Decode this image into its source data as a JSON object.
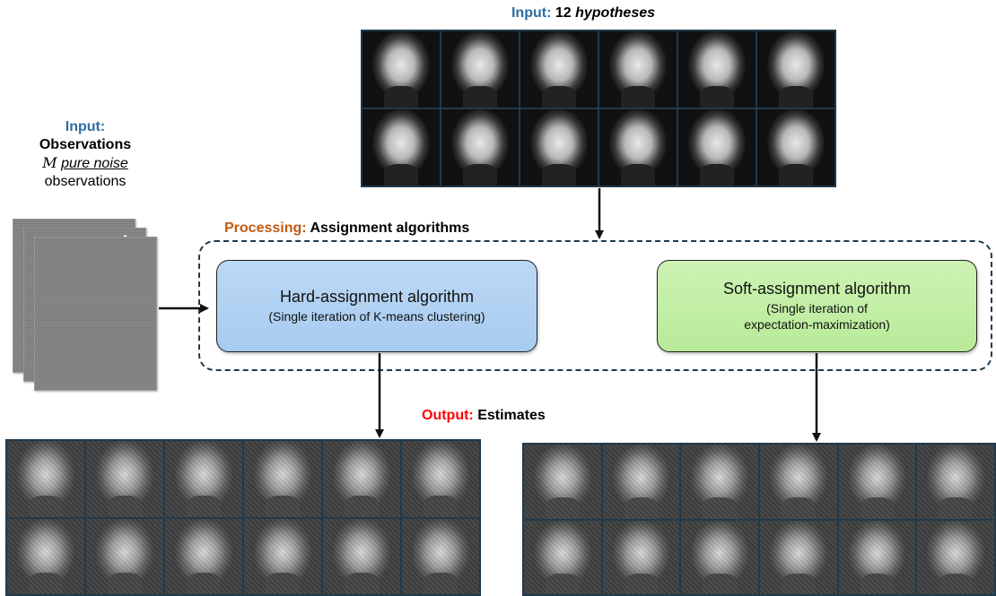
{
  "hypotheses_label": {
    "prefix": "Input:",
    "count": "12",
    "word": "hypotheses"
  },
  "observations_label": {
    "prefix": "Input:",
    "title": "Observations",
    "var": "M",
    "noise": "pure noise",
    "suffix": "observations"
  },
  "processing_label": {
    "prefix": "Processing:",
    "text": "Assignment algorithms"
  },
  "hard_algo": {
    "title": "Hard-assignment algorithm",
    "subtitle": "(Single iteration of K-means clustering)"
  },
  "soft_algo": {
    "title": "Soft-assignment algorithm",
    "subtitle_line1": "(Single iteration of",
    "subtitle_line2": "expectation-maximization)"
  },
  "output_label": {
    "prefix": "Output:",
    "text": "Estimates"
  },
  "colors": {
    "input": "#2e6da4",
    "processing": "#c55a11",
    "output": "#ff0000",
    "hard_box": "#a7cbef",
    "soft_box": "#b8ea99"
  },
  "hypothesis_images": [
    "portrait-1",
    "portrait-2",
    "portrait-3",
    "portrait-4",
    "portrait-5",
    "portrait-6",
    "portrait-7",
    "portrait-8",
    "portrait-9",
    "portrait-10",
    "portrait-11",
    "portrait-12"
  ],
  "hard_estimates": [
    "estimate-1",
    "estimate-2",
    "estimate-3",
    "estimate-4",
    "estimate-5",
    "estimate-6",
    "estimate-7",
    "estimate-8",
    "estimate-9",
    "estimate-10",
    "estimate-11",
    "estimate-12"
  ],
  "soft_estimates": [
    "estimate-1",
    "estimate-2",
    "estimate-3",
    "estimate-4",
    "estimate-5",
    "estimate-6",
    "estimate-7",
    "estimate-8",
    "estimate-9",
    "estimate-10",
    "estimate-11",
    "estimate-12"
  ]
}
